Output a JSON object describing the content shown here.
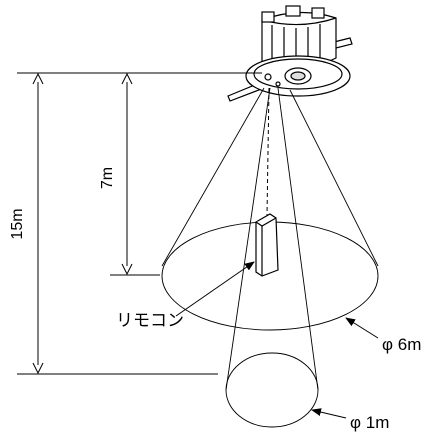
{
  "labels": {
    "height_total": "15m",
    "height_remote": "7m",
    "remote": "リモコン",
    "diameter_large": "φ 6m",
    "diameter_small": "φ 1m"
  }
}
